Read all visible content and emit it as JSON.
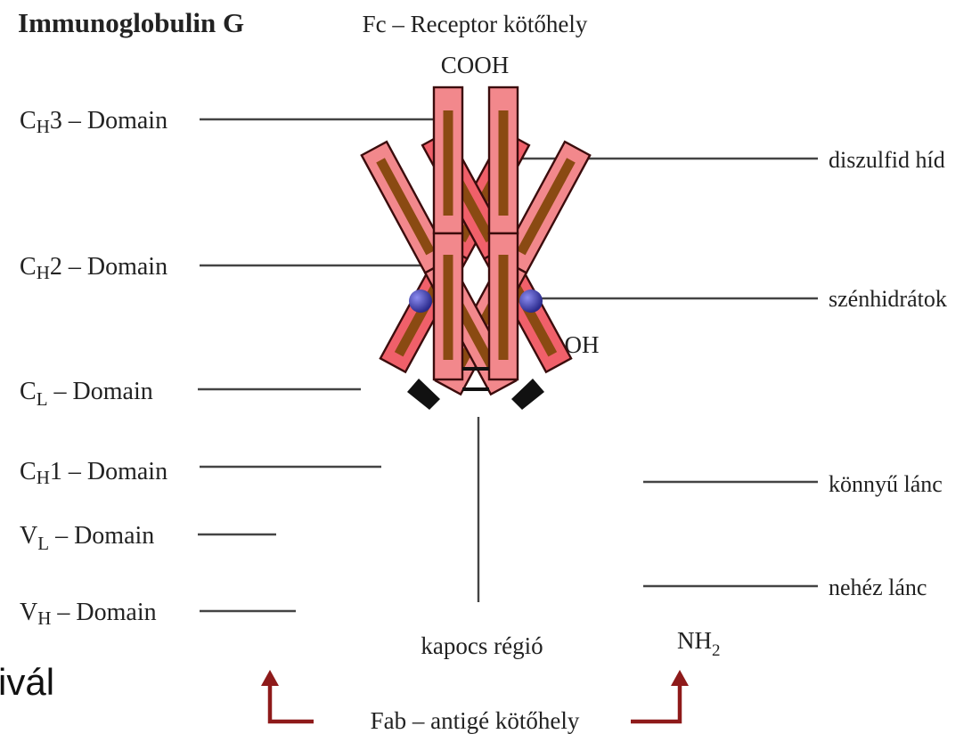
{
  "title": "Immunoglobulin G",
  "top": {
    "fc_site": "Fc – Receptor kötőhely",
    "cooh_top": "COOH",
    "cooh_right": "COOH",
    "nh2_main": "NH",
    "nh2_sub": "2"
  },
  "left_labels": [
    {
      "main": "C",
      "sub": "H",
      "rest": "3 – Domain"
    },
    {
      "main": "C",
      "sub": "H",
      "rest": "2 – Domain"
    },
    {
      "main": "C",
      "sub": "L",
      "rest": " – Domain"
    },
    {
      "main": "C",
      "sub": "H",
      "rest": "1 – Domain"
    },
    {
      "main": "V",
      "sub": "L",
      "rest": " – Domain"
    },
    {
      "main": "V",
      "sub": "H",
      "rest": " – Domain"
    }
  ],
  "right_labels": [
    "diszulfid híd",
    "szénhidrátok",
    "könnyű lánc",
    "nehéz lánc"
  ],
  "hinge_label": "kapocs régió",
  "fab_label": "Fab – antigé kötőhely",
  "cropped_text": "ivál",
  "colors": {
    "heavy": "#f2888c",
    "light": "#f0606a",
    "stripe": "#8a4a12",
    "outline": "#3b0c0c",
    "carb": "#3e3fb2",
    "arrow": "#8e1a1a"
  }
}
